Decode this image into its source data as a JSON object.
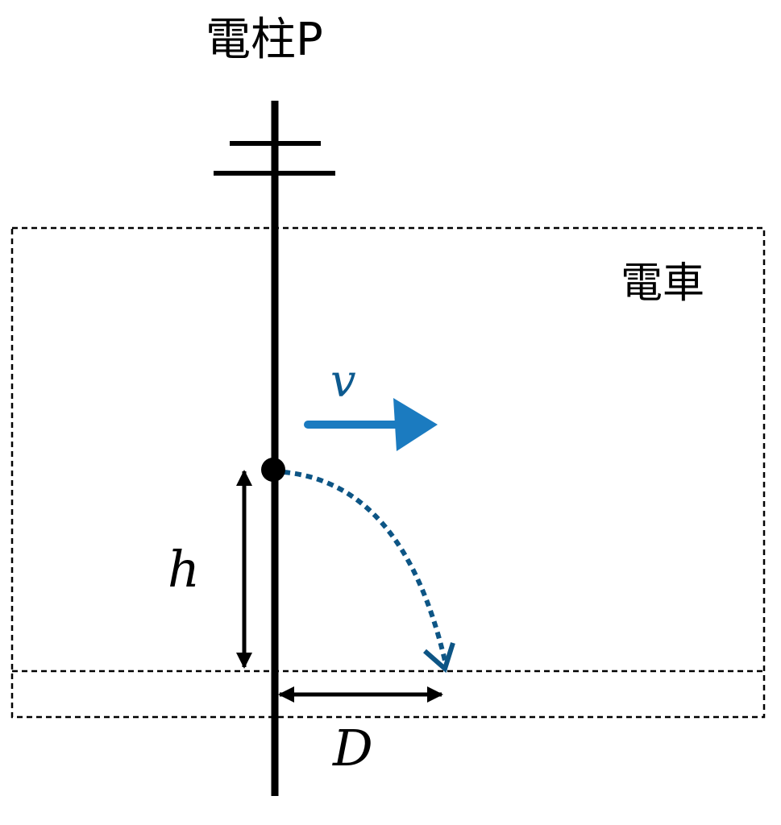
{
  "labels": {
    "pole": "電柱P",
    "train": "電車",
    "velocity": "v",
    "height": "h",
    "distance": "D"
  },
  "colors": {
    "ink": "#000000",
    "velocity_label": "#0d5a8f",
    "velocity_arrow": "#1b7bc0",
    "trajectory": "#0d5585"
  }
}
